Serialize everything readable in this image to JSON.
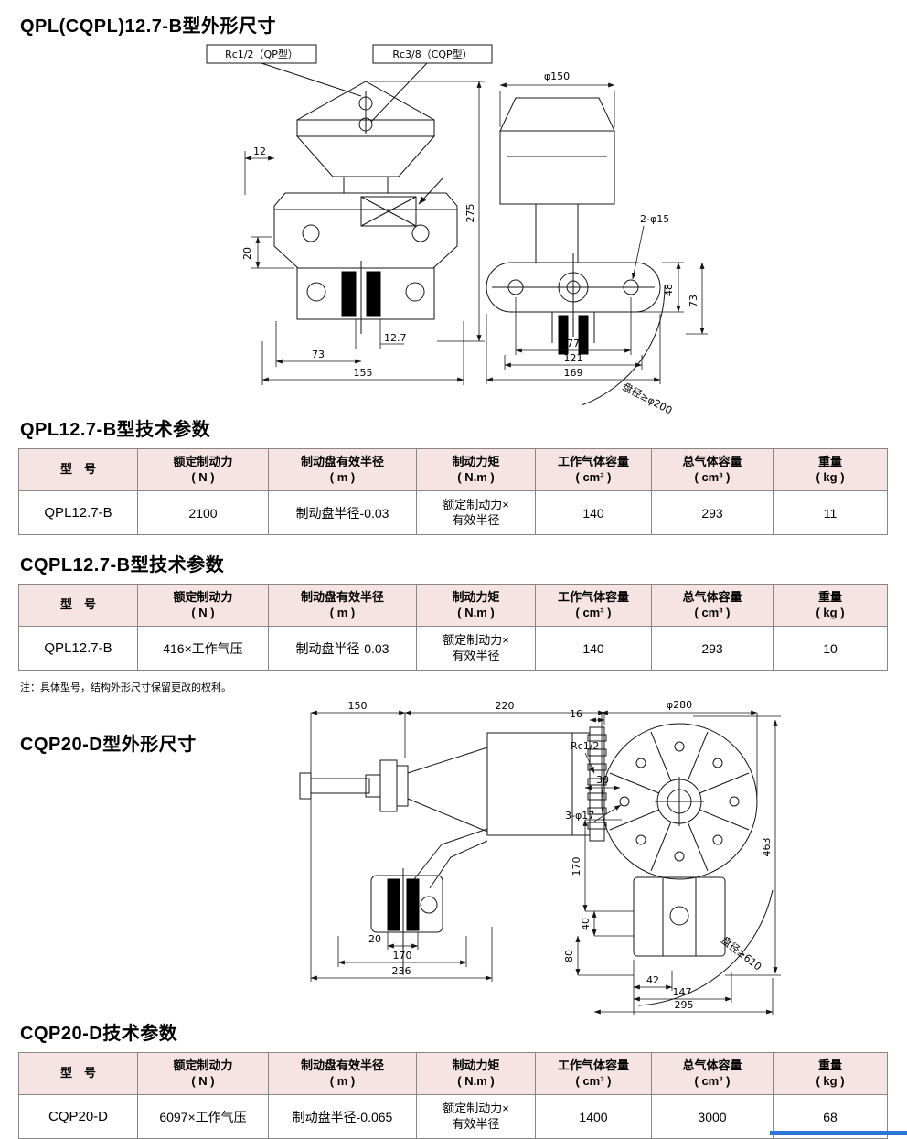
{
  "sections": {
    "s1": "QPL(CQPL)12.7-B型外形尺寸",
    "s2": "QPL12.7-B型技术参数",
    "s3": "CQPL12.7-B型技术参数",
    "note": "注：具体型号，结构外形尺寸保留更改的权利。",
    "s4": "CQP20-D型外形尺寸",
    "s5": "CQP20-D技术参数"
  },
  "drw1": {
    "rc_qp": "Rc1/2（QP型）",
    "rc_cqp": "Rc3/8（CQP型）",
    "d12": "12",
    "d275": "275",
    "d20": "20",
    "d12_7": "12.7",
    "d73a": "73",
    "d155": "155",
    "phi150": "φ150",
    "holes": "2-φ15",
    "d48": "48",
    "d73b": "73",
    "d77": "77",
    "d121": "121",
    "d169": "169",
    "disc": "盘径≥φ200"
  },
  "drw2": {
    "d150": "150",
    "d220": "220",
    "d16": "16",
    "rc": "Rc1/2",
    "phi280": "φ280",
    "d30": "30",
    "holes": "3-φ17",
    "d170a": "170",
    "d40": "40",
    "d80": "80",
    "d20": "20",
    "d170b": "170",
    "d236": "236",
    "d42": "42",
    "d147": "147",
    "d295": "295",
    "d463": "463",
    "disc": "盘径≥610"
  },
  "table": {
    "headers": [
      {
        "l1": "型　号",
        "l2": ""
      },
      {
        "l1": "额定制动力",
        "l2": "( N )"
      },
      {
        "l1": "制动盘有效半径",
        "l2": "( m )"
      },
      {
        "l1": "制动力矩",
        "l2": "( N.m )"
      },
      {
        "l1": "工作气体容量",
        "l2": "( cm³ )"
      },
      {
        "l1": "总气体容量",
        "l2": "( cm³ )"
      },
      {
        "l1": "重量",
        "l2": "( kg )"
      }
    ]
  },
  "table1": {
    "row": [
      "QPL12.7-B",
      "2100",
      "制动盘半径-0.03",
      "额定制动力×\n有效半径",
      "140",
      "293",
      "11"
    ]
  },
  "table2": {
    "row": [
      "QPL12.7-B",
      "416×工作气压",
      "制动盘半径-0.03",
      "额定制动力×\n有效半径",
      "140",
      "293",
      "10"
    ]
  },
  "table3": {
    "row": [
      "CQP20-D",
      "6097×工作气压",
      "制动盘半径-0.065",
      "额定制动力×\n有效半径",
      "1400",
      "3000",
      "68"
    ]
  },
  "colors": {
    "table_header_bg": "#f6e3e3",
    "accent_bar": "#2e75d9",
    "line": "#141414"
  }
}
